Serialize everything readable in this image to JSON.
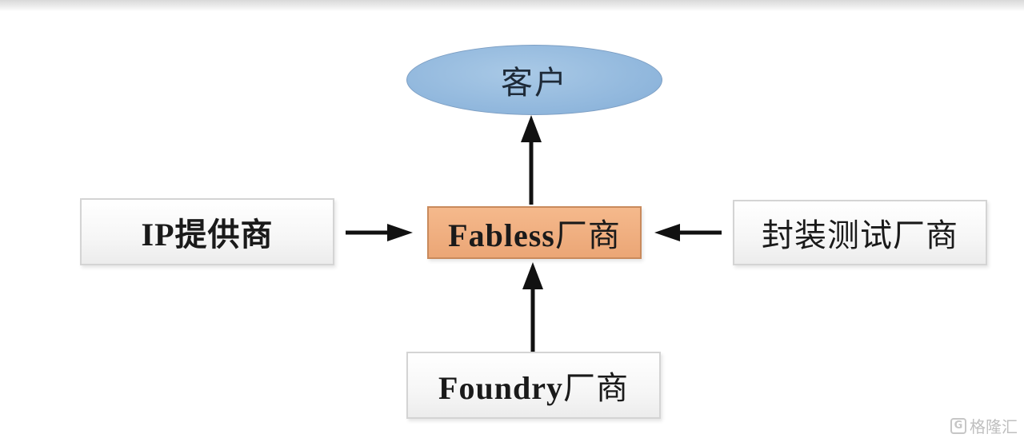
{
  "diagram": {
    "client": {
      "label": "客户"
    },
    "center": {
      "label_latin": "Fabless",
      "label_cjk": "厂商"
    },
    "left": {
      "label_latin": "IP",
      "label_cjk": "提供商"
    },
    "right": {
      "label": "封装测试厂商"
    },
    "bottom": {
      "label_latin": "Foundry",
      "label_cjk": "厂商"
    },
    "colors": {
      "client_fill": "#8fb6dc",
      "center_fill": "#eba676",
      "box_fill": "#f6f6f6",
      "arrow": "#111111"
    }
  },
  "watermark": {
    "icon": "G",
    "text": "格隆汇"
  }
}
